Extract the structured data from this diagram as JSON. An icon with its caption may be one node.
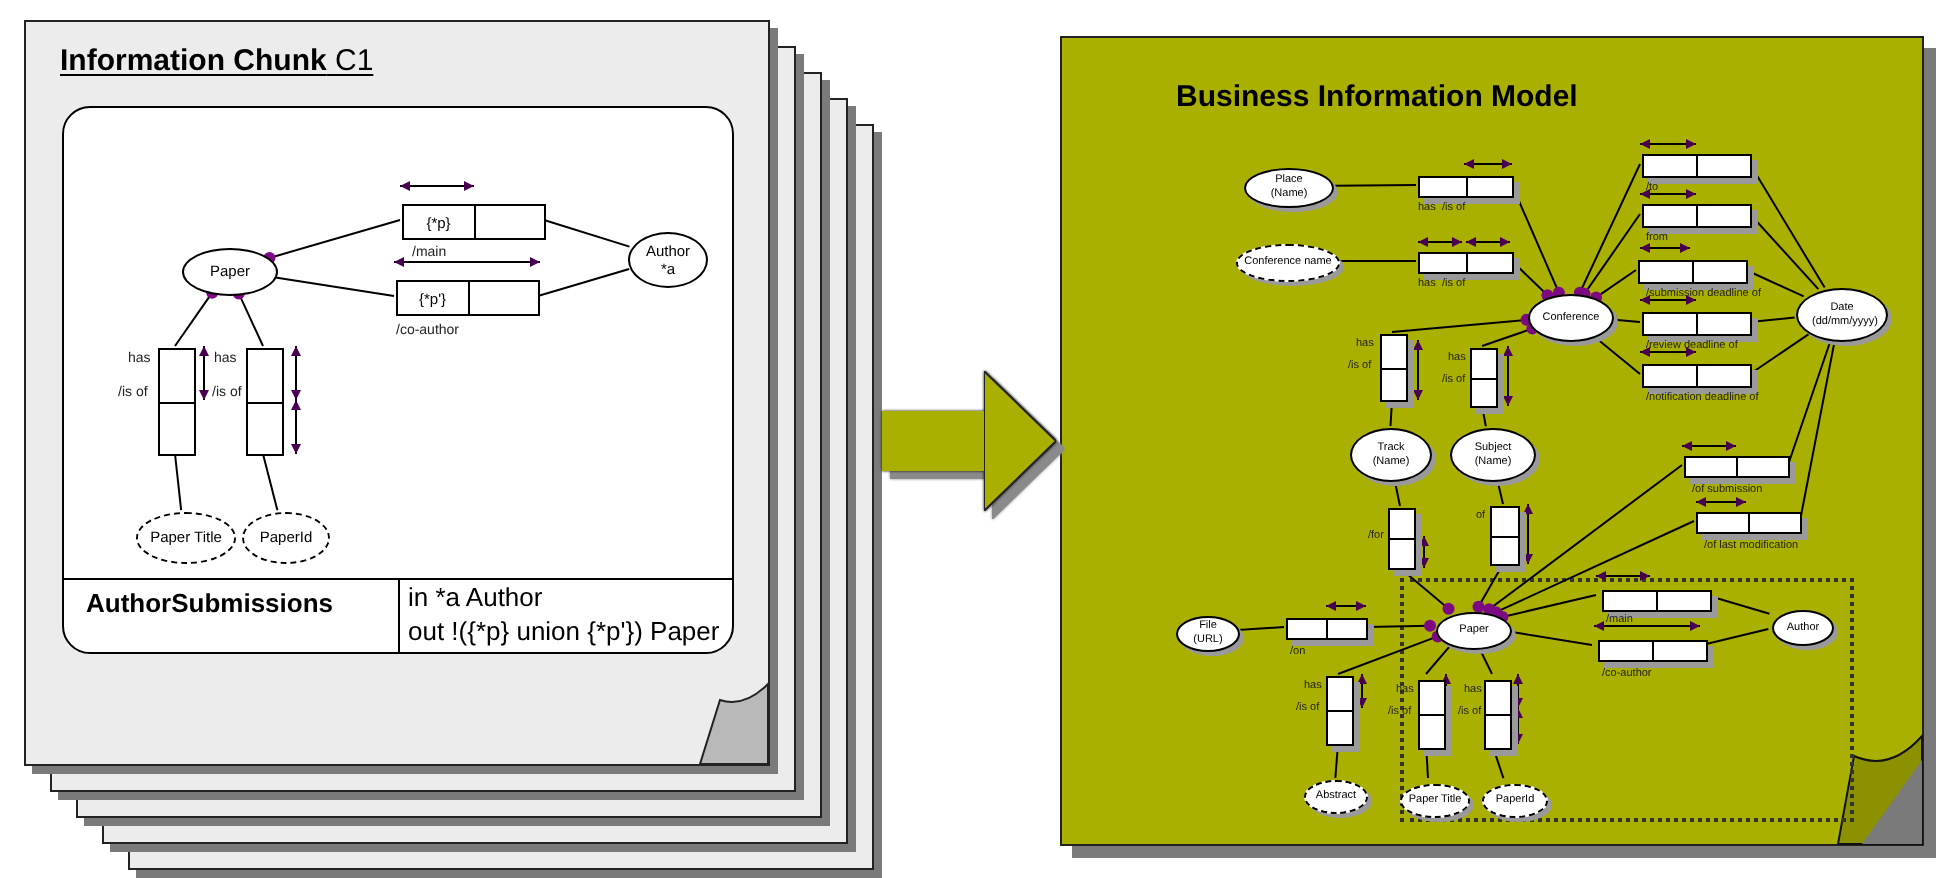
{
  "diagram": {
    "nodes": [
      {
        "text": [
          "**Information Chunk** C1"
        ]
      },
      {
        "text": [],
        "shape": "box",
        "in": 0
      },
      {
        "text": [
          "Paper"
        ],
        "in": 1
      },
      {
        "text": [
          "Author *a"
        ],
        "in": 1
      },
      {
        "text": [
          "{*p}"
        ],
        "in": 1,
        "beside": [
          "/main"
        ]
      },
      {
        "text": [
          "{*p'}"
        ],
        "in": 1,
        "beside": [
          "/co-author"
        ]
      },
      {
        "text": [],
        "shape": "box",
        "in": 1,
        "beside": [
          "has",
          "/is of"
        ]
      },
      {
        "text": [],
        "shape": "box",
        "in": 1,
        "beside": [
          "has",
          "/is of"
        ]
      },
      {
        "text": [
          "Paper Title"
        ],
        "in": 1
      },
      {
        "text": [
          "PaperId"
        ],
        "in": 1
      },
      {
        "text": [
          "Business Information Model"
        ]
      },
      {
        "text": [],
        "shape": "box",
        "in": 10
      },
      {
        "text": [
          "Place (Name)"
        ],
        "in": 10
      },
      {
        "text": [
          "Conference name"
        ],
        "in": 10
      },
      {
        "text": [],
        "shape": "box",
        "in": 10,
        "beside": [
          "has",
          "/is of"
        ]
      },
      {
        "text": [],
        "shape": "box",
        "in": 10,
        "beside": [
          "has",
          "/is of"
        ]
      },
      {
        "text": [
          "Conference"
        ],
        "in": 10
      },
      {
        "text": [],
        "shape": "box",
        "in": 10,
        "beside": [
          "/to"
        ]
      },
      {
        "text": [],
        "shape": "box",
        "in": 10,
        "beside": [
          "from"
        ]
      },
      {
        "text": [],
        "shape": "box",
        "in": 10,
        "beside": [
          "/submission deadline of"
        ]
      },
      {
        "text": [],
        "shape": "box",
        "in": 10,
        "beside": [
          "/review deadline of"
        ]
      },
      {
        "text": [],
        "shape": "box",
        "in": 10,
        "beside": [
          "/notification deadline of"
        ]
      },
      {
        "text": [
          "Date (dd/mm/yyyy)"
        ],
        "in": 10
      },
      {
        "text": [],
        "shape": "box",
        "in": 10,
        "beside": [
          "has",
          "/is of"
        ]
      },
      {
        "text": [],
        "shape": "box",
        "in": 10,
        "beside": [
          "has",
          "/is of"
        ]
      },
      {
        "text": [
          "Track (Name)"
        ],
        "in": 10
      },
      {
        "text": [
          "Subject (Name)"
        ],
        "in": 10
      },
      {
        "text": [],
        "shape": "box",
        "in": 10,
        "beside": [
          "/for"
        ]
      },
      {
        "text": [],
        "shape": "box",
        "in": 10,
        "beside": [
          "of"
        ]
      },
      {
        "text": [],
        "shape": "box",
        "in": 10,
        "beside": [
          "/of submission"
        ]
      },
      {
        "text": [],
        "shape": "box",
        "in": 10,
        "beside": [
          "/of last modification"
        ]
      },
      {
        "text": [
          "File (URL)"
        ],
        "in": 10
      },
      {
        "text": [],
        "shape": "box",
        "in": 10,
        "beside": [
          "/on"
        ]
      },
      {
        "text": [
          "Paper"
        ],
        "in": 11
      },
      {
        "text": [],
        "shape": "box",
        "in": 11,
        "beside": [
          "/main"
        ]
      },
      {
        "text": [],
        "shape": "box",
        "in": 11,
        "beside": [
          "/co-author"
        ]
      },
      {
        "text": [
          "Author"
        ],
        "in": 11
      },
      {
        "text": [],
        "shape": "box",
        "in": 10,
        "beside": [
          "has",
          "/is of"
        ]
      },
      {
        "text": [
          "Abstract"
        ],
        "in": 10
      },
      {
        "text": [],
        "shape": "box",
        "in": 11,
        "beside": [
          "has",
          "/is of"
        ]
      },
      {
        "text": [],
        "shape": "box",
        "in": 11,
        "beside": [
          "has",
          "/is of"
        ]
      },
      {
        "text": [
          "Paper Title"
        ],
        "in": 11
      },
      {
        "text": [
          "PaperId"
        ],
        "in": 11
      }
    ],
    "edges": [
      {
        "from": 2,
        "to": 4,
        "arrow": "other"
      },
      {
        "from": 4,
        "to": 3,
        "arrow": "none"
      },
      {
        "from": 2,
        "to": 5,
        "arrow": "none"
      },
      {
        "from": 5,
        "to": 3,
        "arrow": "none"
      },
      {
        "from": 2,
        "to": 6,
        "arrow": "other"
      },
      {
        "from": 6,
        "to": 8,
        "arrow": "none"
      },
      {
        "from": 2,
        "to": 7,
        "arrow": "other"
      },
      {
        "from": 7,
        "to": 9,
        "arrow": "none"
      },
      {
        "from": 0,
        "to": 10,
        "arrow": "to",
        "style": "thick",
        "color": "#aab000"
      },
      {
        "from": 14,
        "to": 12,
        "arrow": "none"
      },
      {
        "from": 16,
        "to": 14,
        "arrow": "other"
      },
      {
        "from": 15,
        "to": 13,
        "arrow": "none"
      },
      {
        "from": 16,
        "to": 15,
        "arrow": "other"
      },
      {
        "from": 16,
        "to": 17,
        "arrow": "other"
      },
      {
        "from": 16,
        "to": 18,
        "arrow": "other"
      },
      {
        "from": 16,
        "to": 19,
        "arrow": "other"
      },
      {
        "from": 16,
        "to": 20,
        "arrow": "other"
      },
      {
        "from": 16,
        "to": 21,
        "arrow": "other"
      },
      {
        "from": 17,
        "to": 22,
        "arrow": "none"
      },
      {
        "from": 18,
        "to": 22,
        "arrow": "none"
      },
      {
        "from": 19,
        "to": 22,
        "arrow": "none"
      },
      {
        "from": 20,
        "to": 22,
        "arrow": "none"
      },
      {
        "from": 21,
        "to": 22,
        "arrow": "none"
      },
      {
        "from": 16,
        "to": 23,
        "arrow": "other"
      },
      {
        "from": 23,
        "to": 25,
        "arrow": "none"
      },
      {
        "from": 16,
        "to": 24,
        "arrow": "other"
      },
      {
        "from": 24,
        "to": 26,
        "arrow": "none"
      },
      {
        "from": 25,
        "to": 27,
        "arrow": "none"
      },
      {
        "from": 33,
        "to": 27,
        "arrow": "other"
      },
      {
        "from": 26,
        "to": 28,
        "arrow": "none"
      },
      {
        "from": 33,
        "to": 28,
        "arrow": "other"
      },
      {
        "from": 33,
        "to": 29,
        "arrow": "other"
      },
      {
        "from": 29,
        "to": 22,
        "arrow": "none"
      },
      {
        "from": 33,
        "to": 30,
        "arrow": "other"
      },
      {
        "from": 30,
        "to": 22,
        "arrow": "none"
      },
      {
        "from": 31,
        "to": 32,
        "arrow": "none"
      },
      {
        "from": 33,
        "to": 32,
        "arrow": "other"
      },
      {
        "from": 33,
        "to": 34,
        "arrow": "other"
      },
      {
        "from": 34,
        "to": 36,
        "arrow": "none"
      },
      {
        "from": 33,
        "to": 35,
        "arrow": "none"
      },
      {
        "from": 35,
        "to": 36,
        "arrow": "none"
      },
      {
        "from": 33,
        "to": 37,
        "arrow": "other"
      },
      {
        "from": 37,
        "to": 38,
        "arrow": "none"
      },
      {
        "from": 33,
        "to": 39,
        "arrow": "other"
      },
      {
        "from": 39,
        "to": 41,
        "arrow": "none"
      },
      {
        "from": 33,
        "to": 40,
        "arrow": "other"
      },
      {
        "from": 40,
        "to": 42,
        "arrow": "none"
      }
    ],
    "labels": [
      "AuthorSubmissions",
      "in *a Author",
      "out !({*p} union {*p'}) Paper"
    ]
  }
}
